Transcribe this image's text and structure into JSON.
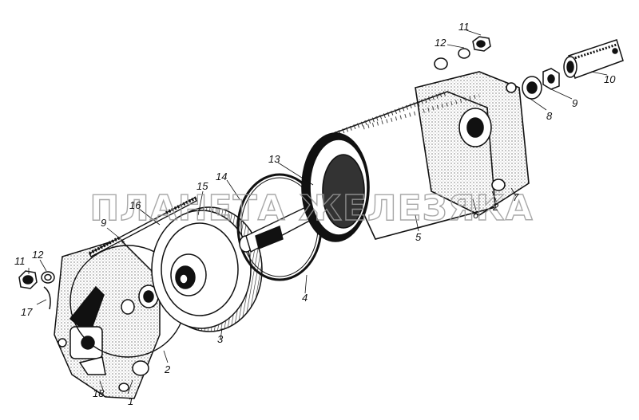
{
  "diagram": {
    "watermark": "ПЛАНЕТА ЖЕЛЕЗЯКА",
    "callouts": [
      "1",
      "2",
      "2",
      "3",
      "4",
      "5",
      "6",
      "7",
      "8",
      "9",
      "9",
      "10",
      "11",
      "11",
      "12",
      "12",
      "13",
      "14",
      "15",
      "16",
      "17",
      "18"
    ]
  },
  "colors": {
    "ink": "#111111",
    "watermark": "#9a9a9a",
    "paper": "#ffffff"
  }
}
